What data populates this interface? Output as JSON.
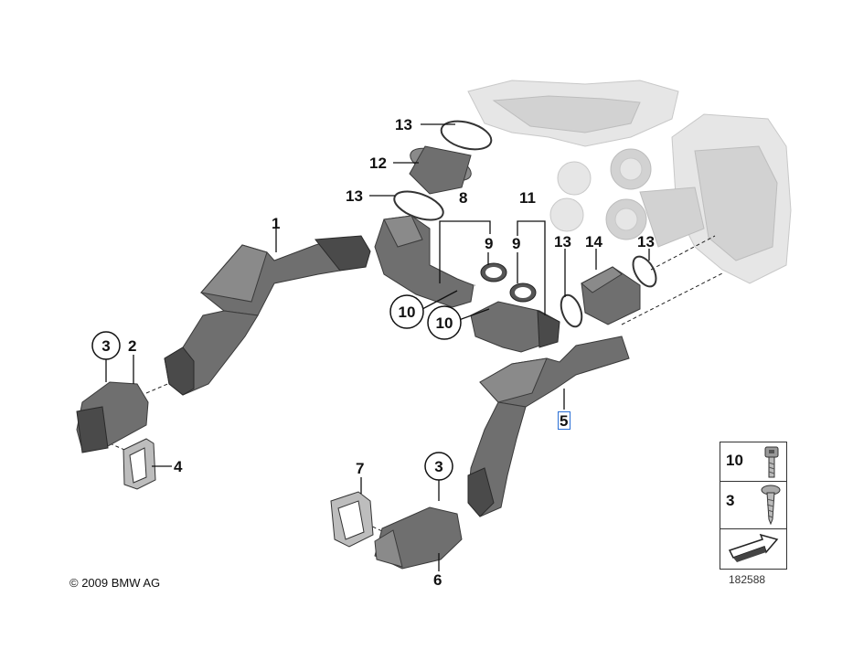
{
  "diagram": {
    "callouts": [
      {
        "id": "c1",
        "label": "1"
      },
      {
        "id": "c2",
        "label": "2"
      },
      {
        "id": "c3a",
        "label": "3",
        "circled": true
      },
      {
        "id": "c3b",
        "label": "3",
        "circled": true
      },
      {
        "id": "c4",
        "label": "4"
      },
      {
        "id": "c5",
        "label": "5",
        "boxed": true
      },
      {
        "id": "c6",
        "label": "6"
      },
      {
        "id": "c7",
        "label": "7"
      },
      {
        "id": "c8",
        "label": "8"
      },
      {
        "id": "c9a",
        "label": "9"
      },
      {
        "id": "c9b",
        "label": "9"
      },
      {
        "id": "c10a",
        "label": "10",
        "circled": true
      },
      {
        "id": "c10b",
        "label": "10",
        "circled": true
      },
      {
        "id": "c11",
        "label": "11"
      },
      {
        "id": "c12",
        "label": "12"
      },
      {
        "id": "c13a",
        "label": "13"
      },
      {
        "id": "c13b",
        "label": "13"
      },
      {
        "id": "c13c",
        "label": "13"
      },
      {
        "id": "c13d",
        "label": "13"
      },
      {
        "id": "c14",
        "label": "14"
      }
    ]
  },
  "legend": {
    "rows": [
      {
        "label": "10",
        "icon": "socket-head-screw-icon"
      },
      {
        "label": "3",
        "icon": "tapping-screw-icon"
      },
      {
        "label": "",
        "icon": "direction-arrow-icon"
      }
    ]
  },
  "footer": {
    "copyright": "© 2009 BMW AG",
    "drawing_number": "182588"
  }
}
